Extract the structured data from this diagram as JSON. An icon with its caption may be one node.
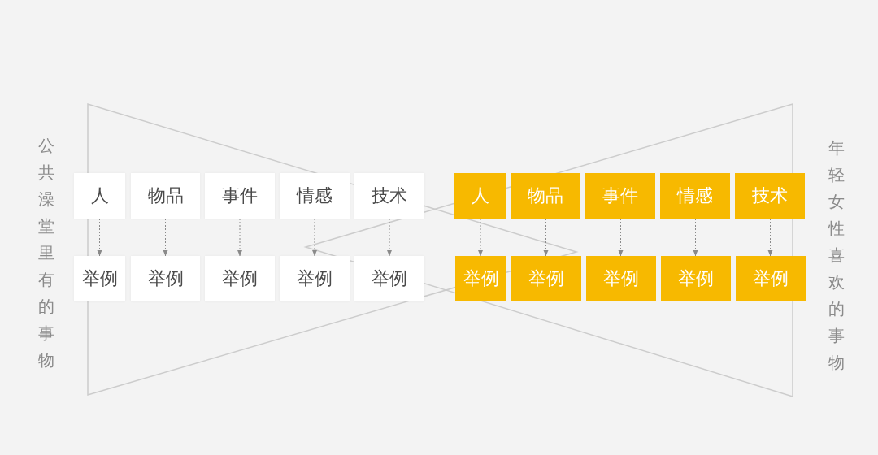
{
  "diagram": {
    "nodes": [
      {
        "text": [
          "人"
        ]
      },
      {
        "text": [
          "物品"
        ]
      },
      {
        "text": [
          "事件"
        ]
      },
      {
        "text": [
          "情感"
        ]
      },
      {
        "text": [
          "技术"
        ]
      },
      {
        "text": [
          "人"
        ]
      },
      {
        "text": [
          "物品"
        ]
      },
      {
        "text": [
          "事件"
        ]
      },
      {
        "text": [
          "情感"
        ]
      },
      {
        "text": [
          "技术"
        ]
      },
      {
        "text": [
          "举例"
        ]
      },
      {
        "text": [
          "举例"
        ]
      },
      {
        "text": [
          "举例"
        ]
      },
      {
        "text": [
          "举例"
        ]
      },
      {
        "text": [
          "举例"
        ]
      },
      {
        "text": [
          "举例"
        ]
      },
      {
        "text": [
          "举例"
        ]
      },
      {
        "text": [
          "举例"
        ]
      },
      {
        "text": [
          "举例"
        ]
      },
      {
        "text": [
          "举例"
        ]
      }
    ],
    "edges": [
      {
        "from": 0,
        "to": 10,
        "arrow": "to",
        "style": "dashed"
      },
      {
        "from": 1,
        "to": 11,
        "arrow": "to",
        "style": "dashed"
      },
      {
        "from": 2,
        "to": 12,
        "arrow": "to",
        "style": "dashed"
      },
      {
        "from": 3,
        "to": 13,
        "arrow": "to",
        "style": "dashed"
      },
      {
        "from": 4,
        "to": 14,
        "arrow": "to",
        "style": "dashed"
      },
      {
        "from": 5,
        "to": 15,
        "arrow": "to",
        "style": "dashed"
      },
      {
        "from": 6,
        "to": 16,
        "arrow": "to",
        "style": "dashed"
      },
      {
        "from": 7,
        "to": 17,
        "arrow": "to",
        "style": "dashed"
      },
      {
        "from": 8,
        "to": 18,
        "arrow": "to",
        "style": "dashed"
      },
      {
        "from": 9,
        "to": 19,
        "arrow": "to",
        "style": "dashed"
      }
    ],
    "labels": [
      "公共澡堂里有的事物",
      "年轻女性喜欢的事物"
    ]
  }
}
